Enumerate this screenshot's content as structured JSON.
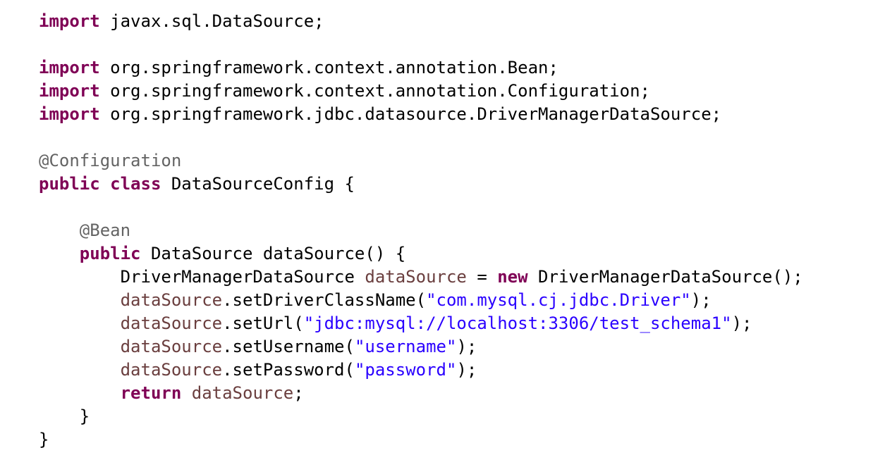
{
  "theme": {
    "background": "#ffffff",
    "plain": "#000000",
    "keyword": "#7f0055",
    "annotation": "#646464",
    "string": "#2a00ff",
    "variable": "#6a3e3e"
  },
  "code_lines": [
    [
      {
        "t": "keyword",
        "v": "import"
      },
      {
        "t": "plain",
        "v": " javax.sql.DataSource;"
      }
    ],
    [],
    [
      {
        "t": "keyword",
        "v": "import"
      },
      {
        "t": "plain",
        "v": " org.springframework.context.annotation.Bean;"
      }
    ],
    [
      {
        "t": "keyword",
        "v": "import"
      },
      {
        "t": "plain",
        "v": " org.springframework.context.annotation.Configuration;"
      }
    ],
    [
      {
        "t": "keyword",
        "v": "import"
      },
      {
        "t": "plain",
        "v": " org.springframework.jdbc.datasource.DriverManagerDataSource;"
      }
    ],
    [],
    [
      {
        "t": "annotation",
        "v": "@Configuration"
      }
    ],
    [
      {
        "t": "keyword",
        "v": "public"
      },
      {
        "t": "plain",
        "v": " "
      },
      {
        "t": "keyword",
        "v": "class"
      },
      {
        "t": "plain",
        "v": " DataSourceConfig {"
      }
    ],
    [],
    [
      {
        "t": "plain",
        "v": "    "
      },
      {
        "t": "annotation",
        "v": "@Bean"
      }
    ],
    [
      {
        "t": "plain",
        "v": "    "
      },
      {
        "t": "keyword",
        "v": "public"
      },
      {
        "t": "plain",
        "v": " DataSource dataSource() {"
      }
    ],
    [
      {
        "t": "plain",
        "v": "        DriverManagerDataSource "
      },
      {
        "t": "variable",
        "v": "dataSource"
      },
      {
        "t": "plain",
        "v": " = "
      },
      {
        "t": "keyword",
        "v": "new"
      },
      {
        "t": "plain",
        "v": " DriverManagerDataSource();"
      }
    ],
    [
      {
        "t": "plain",
        "v": "        "
      },
      {
        "t": "variable",
        "v": "dataSource"
      },
      {
        "t": "plain",
        "v": ".setDriverClassName("
      },
      {
        "t": "string",
        "v": "\"com.mysql.cj.jdbc.Driver\""
      },
      {
        "t": "plain",
        "v": ");"
      }
    ],
    [
      {
        "t": "plain",
        "v": "        "
      },
      {
        "t": "variable",
        "v": "dataSource"
      },
      {
        "t": "plain",
        "v": ".setUrl("
      },
      {
        "t": "string",
        "v": "\"jdbc:mysql://localhost:3306/test_schema1\""
      },
      {
        "t": "plain",
        "v": ");"
      }
    ],
    [
      {
        "t": "plain",
        "v": "        "
      },
      {
        "t": "variable",
        "v": "dataSource"
      },
      {
        "t": "plain",
        "v": ".setUsername("
      },
      {
        "t": "string",
        "v": "\"username\""
      },
      {
        "t": "plain",
        "v": ");"
      }
    ],
    [
      {
        "t": "plain",
        "v": "        "
      },
      {
        "t": "variable",
        "v": "dataSource"
      },
      {
        "t": "plain",
        "v": ".setPassword("
      },
      {
        "t": "string",
        "v": "\"password\""
      },
      {
        "t": "plain",
        "v": ");"
      }
    ],
    [
      {
        "t": "plain",
        "v": "        "
      },
      {
        "t": "keyword",
        "v": "return"
      },
      {
        "t": "plain",
        "v": " "
      },
      {
        "t": "variable",
        "v": "dataSource"
      },
      {
        "t": "plain",
        "v": ";"
      }
    ],
    [
      {
        "t": "plain",
        "v": "    }"
      }
    ],
    [
      {
        "t": "plain",
        "v": "}"
      }
    ]
  ]
}
